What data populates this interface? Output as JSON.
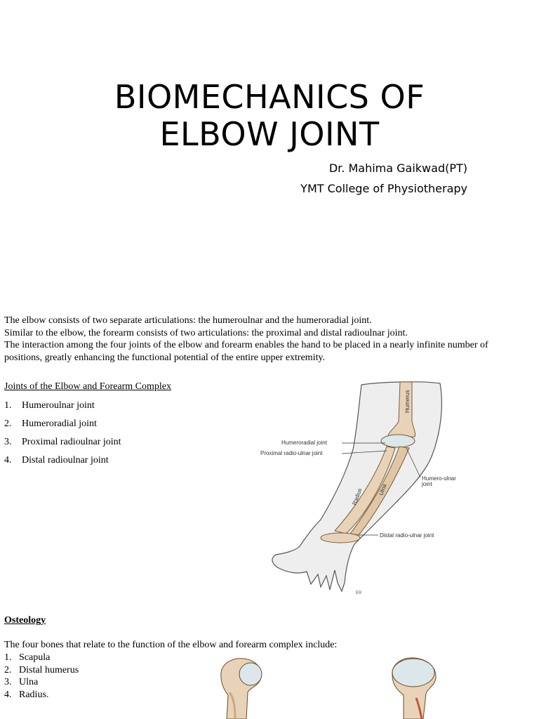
{
  "title": {
    "line1": "BIOMECHANICS OF",
    "line2": "ELBOW JOINT"
  },
  "author": "Dr. Mahima Gaikwad(PT)",
  "institution": "YMT College of Physiotherapy",
  "intro": {
    "line1": "The elbow  consists of two separate articulations: the humeroulnar and the humeroradial joint.",
    "line2": "Similar to the elbow, the forearm consists of two articulations: the proximal and distal radioulnar joint.",
    "line3": "The interaction among the four joints of the elbow and forearm enables the hand to be placed in a nearly infinite number of positions, greatly enhancing the functional potential of the entire upper extremity."
  },
  "joints": {
    "heading": "Joints of the Elbow and Forearm Complex",
    "items": [
      {
        "num": "1.",
        "label": "Humeroulnar joint"
      },
      {
        "num": "2.",
        "label": "Humeroradial joint"
      },
      {
        "num": "3.",
        "label": "Proximal radioulnar joint"
      },
      {
        "num": "4.",
        "label": "Distal radioulnar joint"
      }
    ]
  },
  "figure_arm": {
    "labels": {
      "humerus": "Humerus",
      "humeroradial": "Humeroradial joint",
      "proximal_ru": "Proximal radio-ulnar joint",
      "humero_ulnar_1": "Humero-ulnar",
      "humero_ulnar_2": "joint",
      "radius": "Radius",
      "ulna": "Ulna",
      "distal_ru": "Distal radio-ulnar joint",
      "signature": "ER"
    },
    "colors": {
      "bone": "#e8d3b8",
      "bone_shadow": "#c9a883",
      "skin": "#eeeeee",
      "outline": "#555555"
    }
  },
  "osteology": {
    "heading": "Osteology",
    "intro": "The four bones that relate to the function of the elbow and forearm complex include:",
    "items": [
      {
        "num": "1.",
        "label": "Scapula"
      },
      {
        "num": "2.",
        "label": "Distal humerus"
      },
      {
        "num": "3.",
        "label": "Ulna"
      },
      {
        "num": "4.",
        "label": "Radius."
      }
    ]
  }
}
